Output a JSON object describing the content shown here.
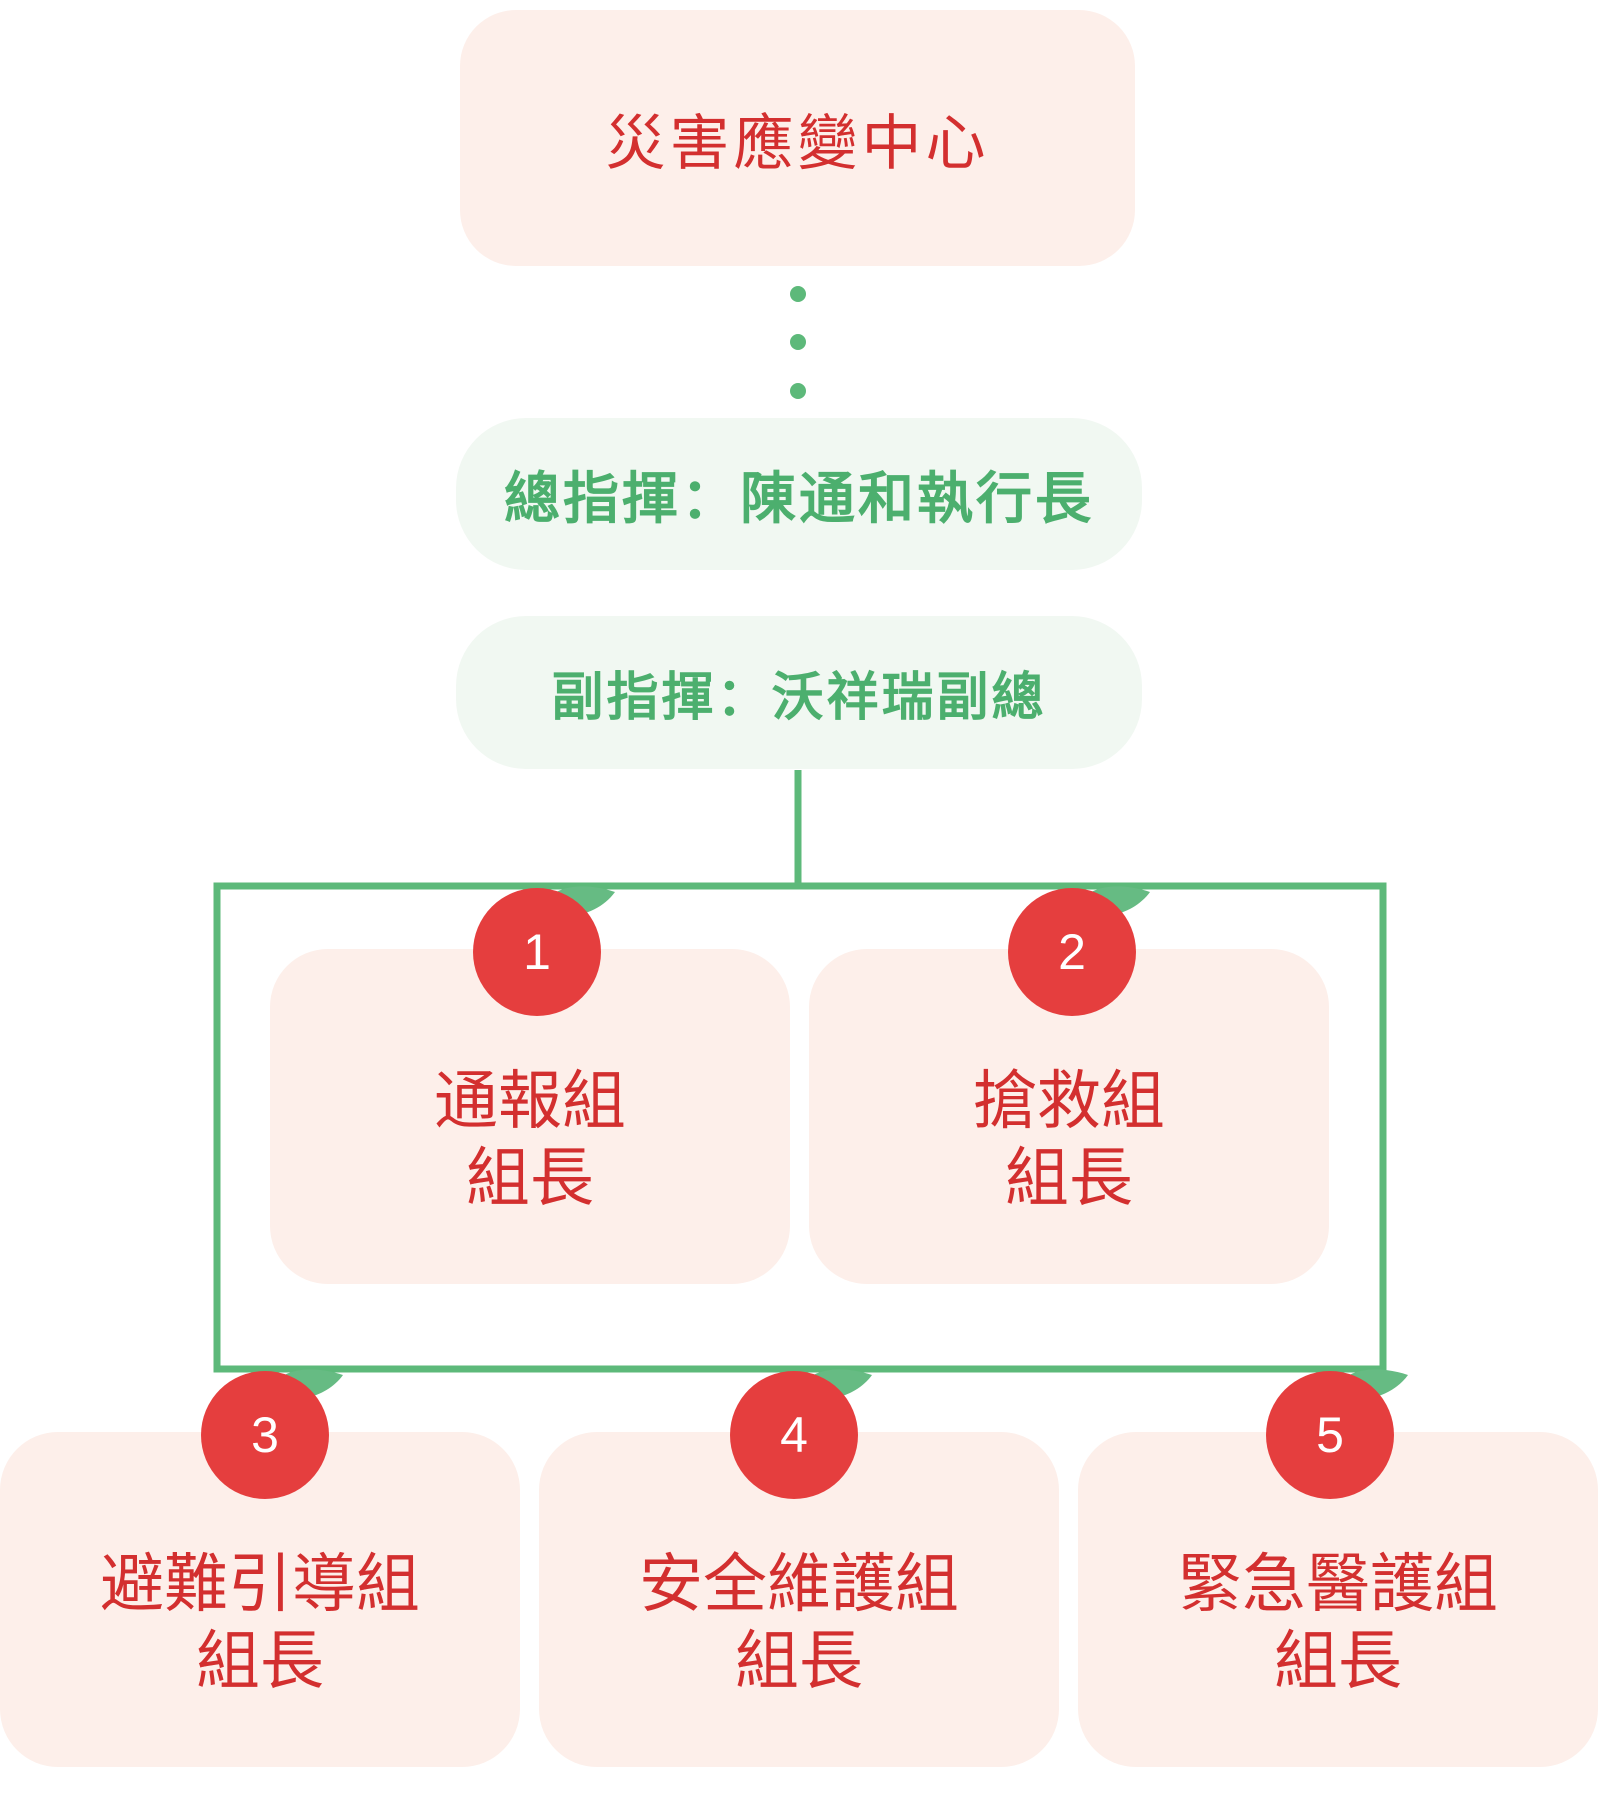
{
  "colors": {
    "red": "#d32f2f",
    "badge_red": "#e53e3e",
    "green": "#5db97a",
    "leaf_green": "#66bb83",
    "pink_box": "#fdefea",
    "mint_box": "#f1f8f2"
  },
  "center": {
    "title": "災害應變中心"
  },
  "commander": {
    "label": "總指揮：陳通和執行長"
  },
  "vice_commander": {
    "label": "副指揮：沃祥瑞副總"
  },
  "groups": [
    {
      "number": "1",
      "name": "通報組",
      "role": "組長"
    },
    {
      "number": "2",
      "name": "搶救組",
      "role": "組長"
    },
    {
      "number": "3",
      "name": "避難引導組",
      "role": "組長"
    },
    {
      "number": "4",
      "name": "安全維護組",
      "role": "組長"
    },
    {
      "number": "5",
      "name": "緊急醫護組",
      "role": "組長"
    }
  ],
  "icons": {
    "badge": "apple-icon",
    "leaf": "leaf-icon"
  }
}
